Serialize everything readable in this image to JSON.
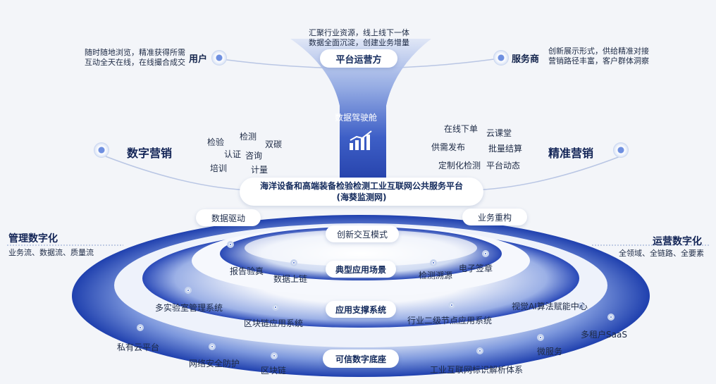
{
  "top": {
    "platform_operator": "平台运营方",
    "platform_desc": [
      "汇聚行业资源，线上线下一体",
      "数据全面沉淀，创建业务增量"
    ],
    "user": "用户",
    "user_desc": [
      "随时随地浏览，精准获得所需",
      "互动全天在线，在线撮合成交"
    ],
    "provider": "服务商",
    "provider_desc": [
      "创新展示形式，供给精准对接",
      "营销路径丰富，客户群体洞察"
    ]
  },
  "cockpit": {
    "label": "数据驾驶舱"
  },
  "digital_marketing": {
    "title": "数字营销",
    "items": [
      "检验",
      "检测",
      "双碳",
      "认证",
      "咨询",
      "培训",
      "计量"
    ]
  },
  "precision_marketing": {
    "title": "精准营销",
    "items": [
      "在线下单",
      "云课堂",
      "供需发布",
      "批量结算",
      "定制化检测",
      "平台动态"
    ]
  },
  "platform": {
    "name": "海洋设备和高端装备检验检测工业互联网公共服务平台",
    "alias": "(海葵监测网)"
  },
  "side_pills": {
    "left": "数据驱动",
    "right": "业务重构"
  },
  "management": {
    "title": "管理数字化",
    "desc": "业务流、数据流、质量流"
  },
  "operations": {
    "title": "运营数字化",
    "desc": "全领域、全链路、全要素"
  },
  "rings": {
    "center": "创新交互模式",
    "scenario": "典型应用场景",
    "support": "应用支撑系统",
    "foundation": "可信数字底座"
  },
  "ring1_items": [
    "报告验真",
    "数据上链",
    "检测溯源",
    "电子签章"
  ],
  "ring2_items": [
    "多实验室管理系统",
    "区块链应用系统",
    "行业二级节点应用系统",
    "视觉AI算法赋能中心"
  ],
  "ring3_items": [
    "私有云平台",
    "网络安全防护",
    "区块链",
    "工业互联网标识解析体系",
    "微服务",
    "多租户SaaS"
  ],
  "colors": {
    "primary": "#1f45b4",
    "light": "#dfe7f7",
    "text": "#14254d"
  }
}
